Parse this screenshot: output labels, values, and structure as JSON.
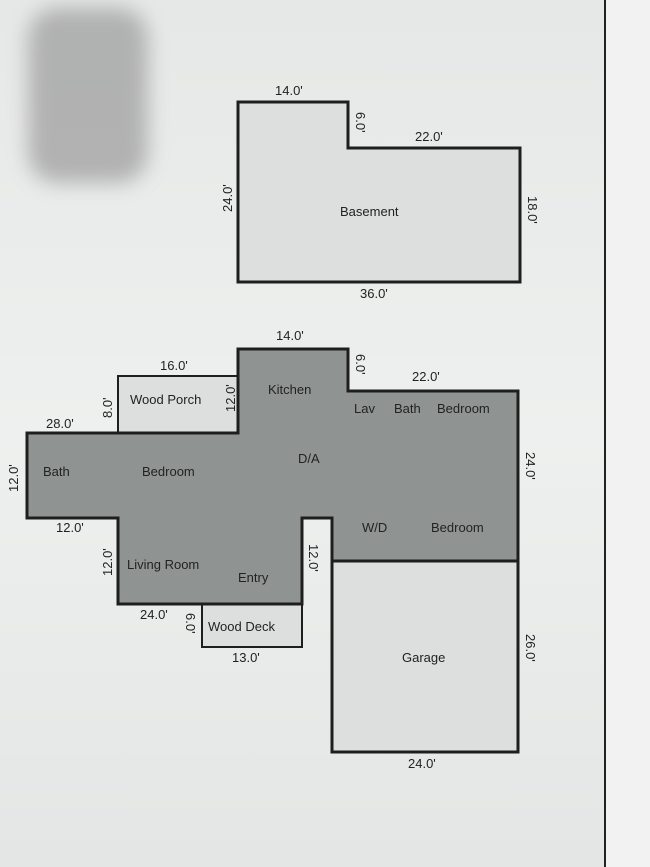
{
  "colors": {
    "room_fill": "#8f9492",
    "light_fill": "#dcdfde",
    "line": "#1e1e1e"
  },
  "basement": {
    "label": "Basement",
    "dims": {
      "top_left": "14.0'",
      "notch": "6.0'",
      "top_right": "22.0'",
      "left": "24.0'",
      "right": "18.0'",
      "bottom": "36.0'"
    }
  },
  "main_floor": {
    "rooms": [
      "Kitchen",
      "Lav",
      "Bath",
      "Bedroom",
      "D/A",
      "Bath",
      "Bedroom",
      "W/D",
      "Bedroom",
      "Living Room",
      "Entry"
    ],
    "dims": {
      "kitchen_top": "14.0'",
      "kitchen_notch": "6.0'",
      "top_right": "22.0'",
      "right": "24.0'",
      "left_top": "28.0'",
      "left": "12.0'",
      "left_bottom": "12.0'",
      "living_left": "12.0'",
      "bottom": "24.0'",
      "entry_notch": "12.0'"
    }
  },
  "wood_porch": {
    "label": "Wood Porch",
    "dims": {
      "top": "16.0'",
      "left": "8.0'",
      "right": "12.0'"
    }
  },
  "wood_deck": {
    "label": "Wood Deck",
    "dims": {
      "left": "6.0'",
      "bottom": "13.0'"
    }
  },
  "garage": {
    "label": "Garage",
    "dims": {
      "right": "26.0'",
      "bottom": "24.0'"
    }
  }
}
